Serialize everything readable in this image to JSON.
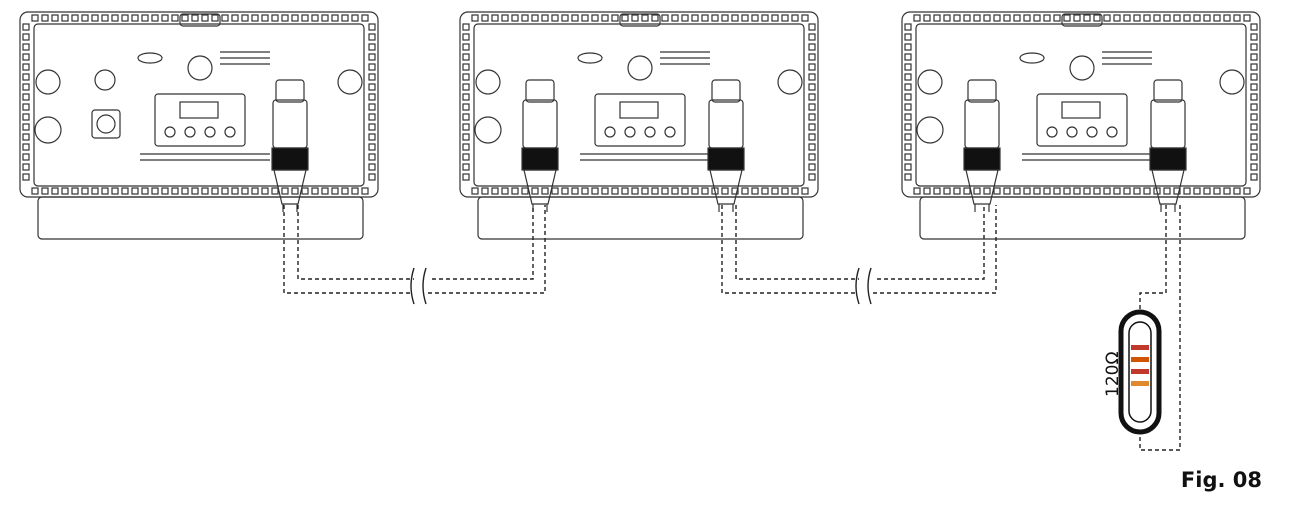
{
  "figure": {
    "caption": "Fig. 08"
  },
  "units": [
    {
      "name": "unit-1",
      "has_power_panel": true,
      "connectors": [
        "dmx-out"
      ]
    },
    {
      "name": "unit-2",
      "has_power_panel": false,
      "connectors": [
        "dmx-in",
        "dmx-out"
      ]
    },
    {
      "name": "unit-3",
      "has_power_panel": false,
      "connectors": [
        "dmx-in",
        "dmx-out"
      ]
    }
  ],
  "terminator": {
    "resistance_label": "120Ω",
    "band_colors": [
      "#c0392b",
      "#d35400",
      "#c0392b",
      "#e08a30"
    ]
  },
  "colors": {
    "line": "#222222",
    "panel_stroke": "#333333"
  }
}
